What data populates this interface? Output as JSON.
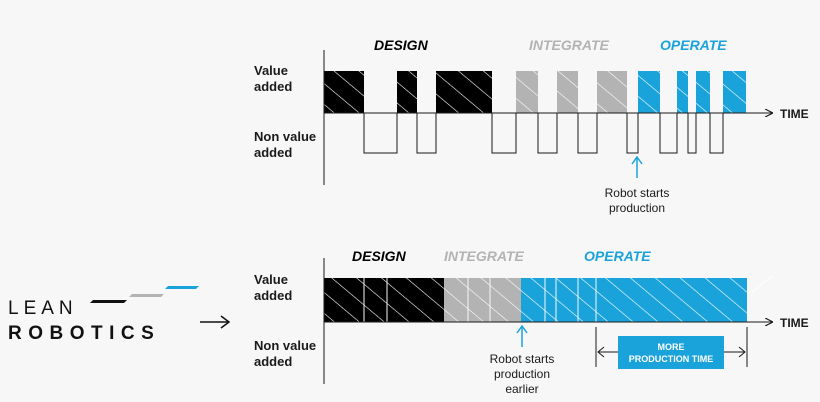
{
  "colors": {
    "design": "#000000",
    "integrate": "#b3b3b3",
    "operate": "#1aa3da",
    "text": "#1a1a1a",
    "integrate_label": "#b3b3b3",
    "operate_label": "#1aa3da"
  },
  "top": {
    "phases": {
      "design": "DESIGN",
      "integrate": "INTEGRATE",
      "operate": "OPERATE"
    },
    "value_added": [
      "Value",
      "added"
    ],
    "non_value_added": [
      "Non value",
      "added"
    ],
    "time_label": "TIME",
    "annotation": [
      "Robot starts",
      "production"
    ]
  },
  "bottom": {
    "phases": {
      "design": "DESIGN",
      "integrate": "INTEGRATE",
      "operate": "OPERATE"
    },
    "value_added": [
      "Value",
      "added"
    ],
    "non_value_added": [
      "Non value",
      "added"
    ],
    "time_label": "TIME",
    "annotation": [
      "Robot starts",
      "production",
      "earlier"
    ],
    "callout": [
      "MORE",
      "PRODUCTION TIME"
    ]
  },
  "logo": {
    "line1": "LEAN",
    "line2": "ROBOTICS"
  }
}
